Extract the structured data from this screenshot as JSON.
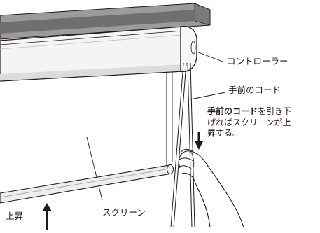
{
  "labels": {
    "controller": "コントローラー",
    "front_cord": "手前のコード",
    "screen": "スクリーン",
    "up": "上昇"
  },
  "instruction": {
    "line1_bold": "手前のコード",
    "line1_rest": "を引き下",
    "line2_rest": "げればスクリーンが",
    "line2_bold": "上",
    "line3_bold": "昇",
    "line3_rest": "する。"
  },
  "colors": {
    "ink": "#231815",
    "frame_gray": "#9b9b9b",
    "frame_dark": "#6f6f6f",
    "housing": "#f4f4f4"
  }
}
